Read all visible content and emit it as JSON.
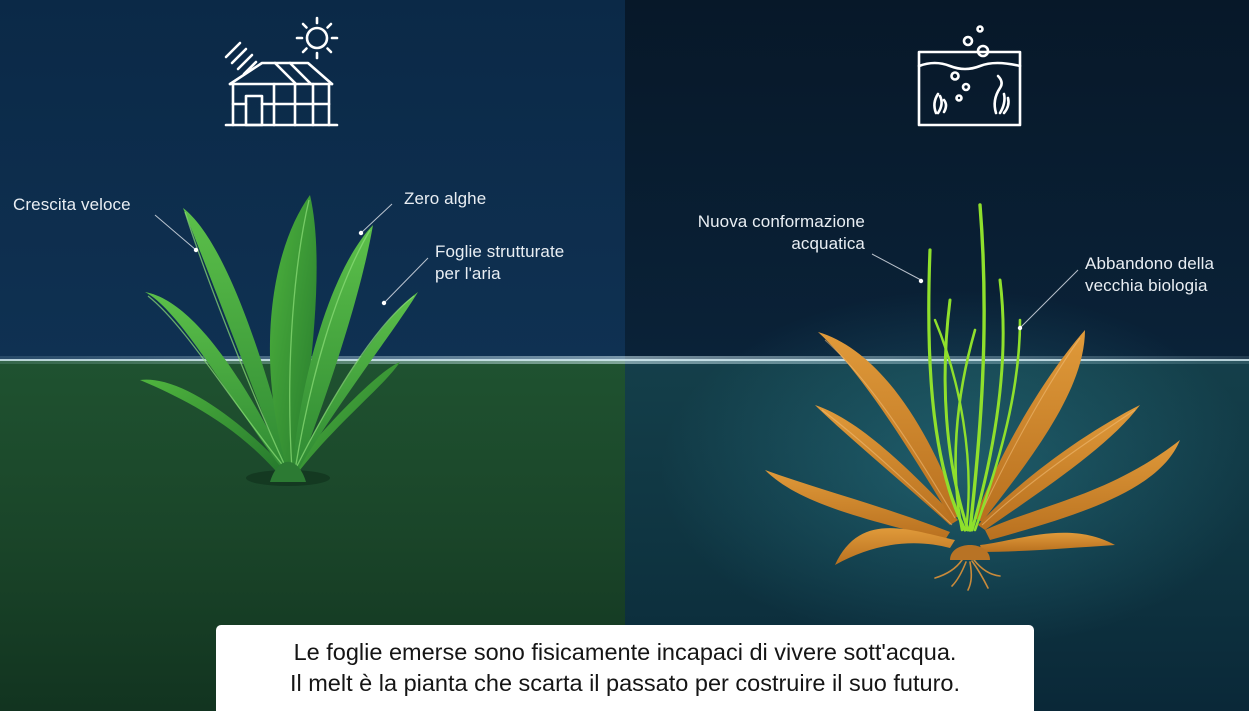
{
  "left_panel": {
    "labels": {
      "fast_growth": "Crescita veloce",
      "zero_algae": "Zero alghe",
      "air_leaves_line1": "Foglie strutturate",
      "air_leaves_line2": "per l'aria"
    },
    "icons": [
      "sun-icon",
      "greenhouse-icon"
    ]
  },
  "right_panel": {
    "labels": {
      "new_form_line1": "Nuova conformazione",
      "new_form_line2": "acquatica",
      "old_bio_line1": "Abbandono della",
      "old_bio_line2": "vecchia biologia"
    },
    "icons": [
      "aquarium-icon"
    ]
  },
  "caption": {
    "line1": "Le foglie emerse sono fisicamente incapaci di vivere sott'acqua.",
    "line2": "Il melt è la pianta che scarta il passato per costruire il suo futuro."
  },
  "colors": {
    "emersed_sky": "#0d2a48",
    "emersed_ground": "#1d4a2a",
    "submersed_sky": "#081a2e",
    "submersed_water": "#0f3a44",
    "leaf_green": "#4caf3e",
    "new_leaf_green": "#8fe02c",
    "melt_orange": "#d4882a",
    "water_line": "#bfe4f0"
  }
}
